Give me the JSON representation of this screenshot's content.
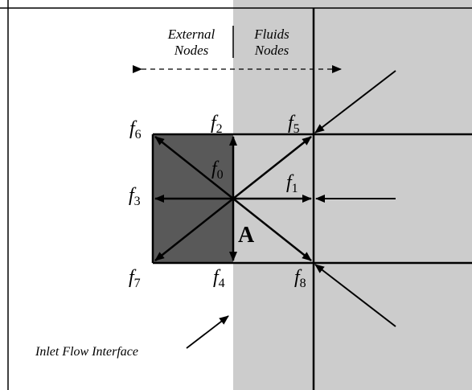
{
  "diagram": {
    "region_labels": {
      "external_line1": "External",
      "external_line2": "Nodes",
      "fluids_line1": "Fluids",
      "fluids_line2": "Nodes"
    },
    "node_label": "A",
    "interface_label": "Inlet Flow Interface",
    "distribution_functions": [
      {
        "base": "f",
        "sub": "0"
      },
      {
        "base": "f",
        "sub": "1"
      },
      {
        "base": "f",
        "sub": "2"
      },
      {
        "base": "f",
        "sub": "3"
      },
      {
        "base": "f",
        "sub": "4"
      },
      {
        "base": "f",
        "sub": "5"
      },
      {
        "base": "f",
        "sub": "6"
      },
      {
        "base": "f",
        "sub": "7"
      },
      {
        "base": "f",
        "sub": "8"
      }
    ],
    "colors": {
      "fluid_region": "#cccccc",
      "external_cell": "#595959",
      "line": "#000000",
      "background": "#ffffff"
    }
  }
}
